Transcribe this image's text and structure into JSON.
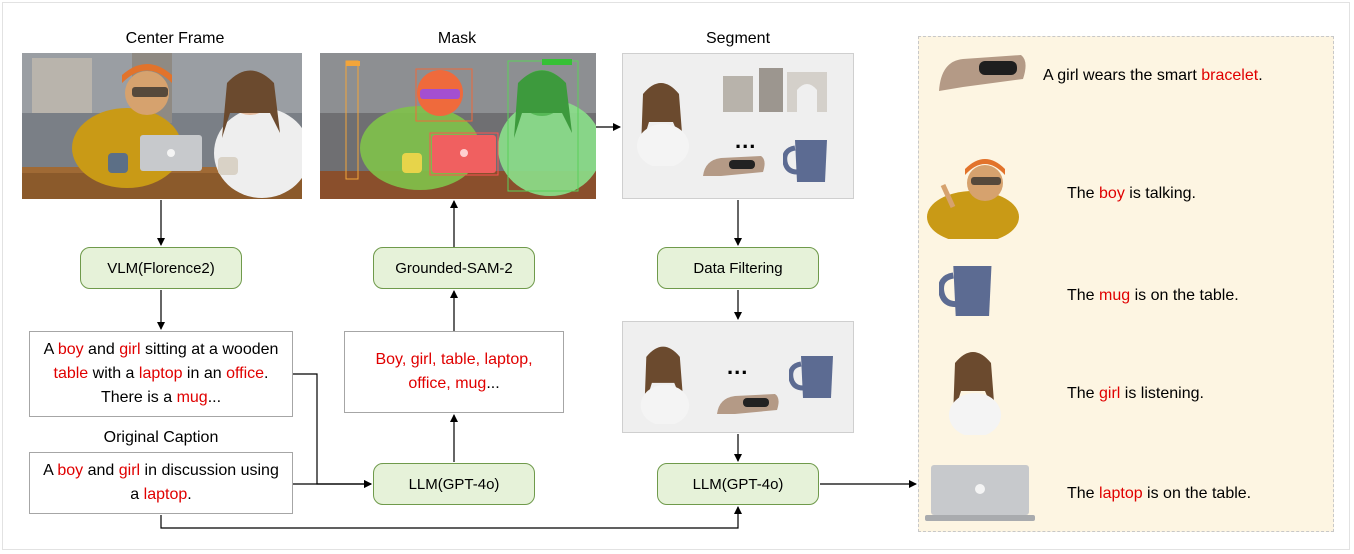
{
  "columns": {
    "center_frame_title": "Center Frame",
    "mask_title": "Mask",
    "segment_title": "Segment",
    "original_caption_title": "Original Caption"
  },
  "nodes": {
    "vlm": "VLM(Florence2)",
    "grounded_sam": "Grounded-SAM-2",
    "data_filtering": "Data Filtering",
    "llm_left": "LLM(GPT-4o)",
    "llm_right": "LLM(GPT-4o)"
  },
  "vlm_caption": [
    {
      "t": "A ",
      "hl": false
    },
    {
      "t": "boy",
      "hl": true
    },
    {
      "t": " and ",
      "hl": false
    },
    {
      "t": "girl",
      "hl": true
    },
    {
      "t": " sitting at a wooden ",
      "hl": false
    },
    {
      "t": "table",
      "hl": true
    },
    {
      "t": " with a ",
      "hl": false
    },
    {
      "t": "laptop",
      "hl": true
    },
    {
      "t": " in an ",
      "hl": false
    },
    {
      "t": "office",
      "hl": true
    },
    {
      "t": ". There is a ",
      "hl": false
    },
    {
      "t": "mug",
      "hl": true
    },
    {
      "t": "...",
      "hl": false
    }
  ],
  "original_caption": [
    {
      "t": "A ",
      "hl": false
    },
    {
      "t": "boy",
      "hl": true
    },
    {
      "t": " and ",
      "hl": false
    },
    {
      "t": "girl",
      "hl": true
    },
    {
      "t": " in discussion using a ",
      "hl": false
    },
    {
      "t": "laptop",
      "hl": true
    },
    {
      "t": ".",
      "hl": false
    }
  ],
  "keywords": [
    {
      "t": "Boy, girl, table, laptop, office, mug",
      "hl": true
    },
    {
      "t": "...",
      "hl": false
    }
  ],
  "ellipsis": "...",
  "outputs": [
    {
      "object": "bracelet",
      "parts": [
        {
          "t": "A girl wears the smart ",
          "hl": false
        },
        {
          "t": "bracelet",
          "hl": true
        },
        {
          "t": ".",
          "hl": false
        }
      ]
    },
    {
      "object": "boy",
      "parts": [
        {
          "t": "The ",
          "hl": false
        },
        {
          "t": "boy",
          "hl": true
        },
        {
          "t": " is talking.",
          "hl": false
        }
      ]
    },
    {
      "object": "mug",
      "parts": [
        {
          "t": "The ",
          "hl": false
        },
        {
          "t": "mug",
          "hl": true
        },
        {
          "t": " is on the table.",
          "hl": false
        }
      ]
    },
    {
      "object": "girl",
      "parts": [
        {
          "t": "The ",
          "hl": false
        },
        {
          "t": "girl",
          "hl": true
        },
        {
          "t": " is listening.",
          "hl": false
        }
      ]
    },
    {
      "object": "laptop",
      "parts": [
        {
          "t": "The ",
          "hl": false
        },
        {
          "t": "laptop",
          "hl": true
        },
        {
          "t": " is on the table.",
          "hl": false
        }
      ]
    }
  ],
  "colors": {
    "highlight": "#e00000",
    "node_fill": "#e6f2d9",
    "node_border": "#6f9a4b",
    "output_panel": "#fdf5e2"
  }
}
